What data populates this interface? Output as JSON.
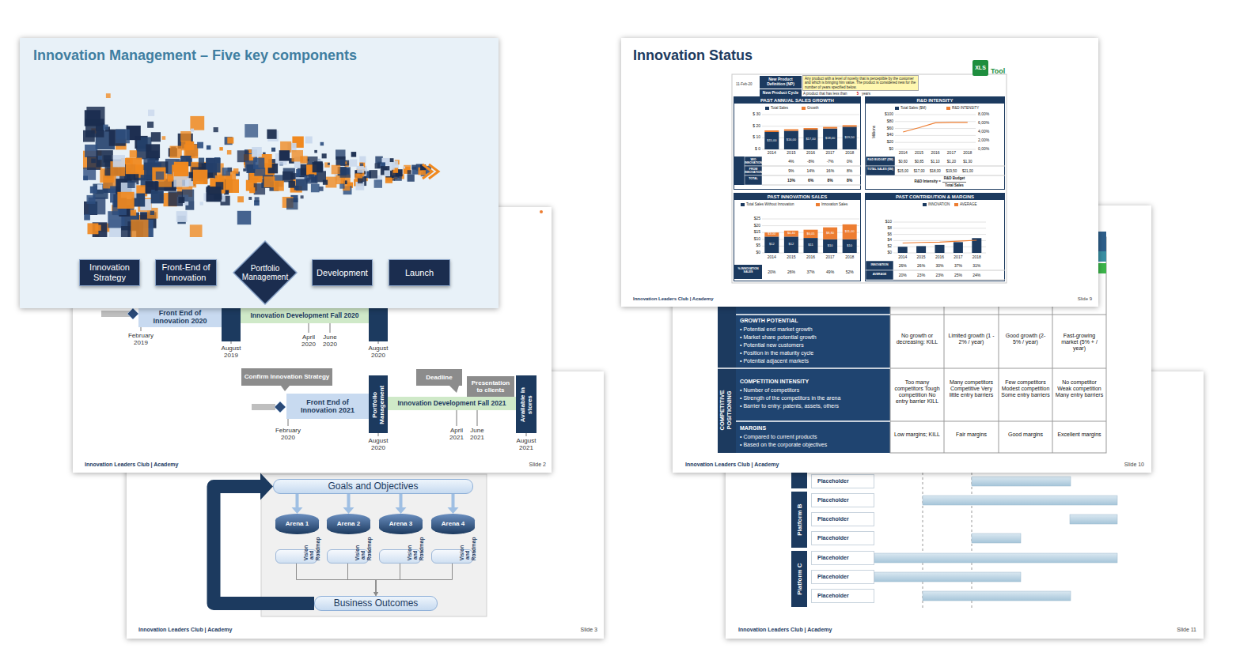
{
  "diagram": {
    "nodes": [
      {
        "text": [
          "Innovation Leaders Club | Academy",
          "Slide 3"
        ]
      },
      {
        "text": [
          "Goals and Objectives"
        ],
        "in": 0
      },
      {
        "text": [
          "Arena 1"
        ],
        "in": 0
      },
      {
        "text": [
          "Arena 2"
        ],
        "in": 0
      },
      {
        "text": [
          "Arena 3"
        ],
        "in": 0
      },
      {
        "text": [
          "Arena 4"
        ],
        "in": 0
      },
      {
        "text": [
          "Vision and Roadmap"
        ],
        "in": 0
      },
      {
        "text": [
          "Vision and Roadmap"
        ],
        "in": 0
      },
      {
        "text": [
          "Vision and Roadmap"
        ],
        "in": 0
      },
      {
        "text": [
          "Vision and Roadmap"
        ],
        "in": 0
      },
      {
        "text": [
          "Business Outcomes"
        ],
        "in": 0
      },
      {
        "text": [
          "Innovation Leaders Club | Academy",
          "Slide 2"
        ]
      },
      {
        "text": [
          "Front End of Innovation 2020"
        ],
        "in": 11
      },
      {
        "text": [
          "Innovation Development Fall 2020"
        ],
        "in": 11
      },
      {
        "text": [
          "Confirm Innovation Strategy"
        ],
        "in": 11
      },
      {
        "text": [
          "Front End of Innovation 2021"
        ],
        "in": 11
      },
      {
        "text": [
          "Portfolio Management"
        ],
        "in": 11
      },
      {
        "text": [
          "Innovation Development Fall 2021"
        ],
        "in": 11
      },
      {
        "text": [
          "Available in stores"
        ],
        "in": 11
      },
      {
        "text": [
          "Deadline"
        ],
        "in": 11
      },
      {
        "text": [
          "Presentation to clients"
        ],
        "in": 11
      },
      {
        "text": [
          "Innovation Management – Five key components"
        ]
      },
      {
        "text": [
          "Innovation Strategy"
        ],
        "in": 21
      },
      {
        "text": [
          "Front-End of Innovation"
        ],
        "in": 21
      },
      {
        "text": [
          "Portfolio Management"
        ],
        "in": 21
      },
      {
        "text": [
          "Development"
        ],
        "in": 21
      },
      {
        "text": [
          "Launch"
        ],
        "in": 21
      },
      {
        "text": [
          "Innovation Leaders Club | Academy",
          "Slide 11"
        ]
      },
      {
        "text": [
          "Platform B"
        ],
        "in": 27
      },
      {
        "text": [
          "Platform C"
        ],
        "in": 27
      },
      {
        "text": [
          "Placeholder"
        ],
        "in": 27
      },
      {
        "text": [
          "Placeholder"
        ],
        "in": 27
      },
      {
        "text": [
          "Placeholder"
        ],
        "in": 27
      },
      {
        "text": [
          "Placeholder"
        ],
        "in": 27
      },
      {
        "text": [
          "Placeholder"
        ],
        "in": 27
      },
      {
        "text": [
          "Placeholder"
        ],
        "in": 27
      },
      {
        "text": [
          "Placeholder"
        ],
        "in": 27
      },
      {
        "text": [
          "Innovation Leaders Club | Academy",
          "Slide 10"
        ]
      },
      {
        "text": [
          "Innovation Status",
          "Innovation Leaders Club | Academy",
          "Slide 9"
        ]
      },
      {
        "text": [
          "PAST ANNUAL SALES GROWTH"
        ],
        "in": 38
      },
      {
        "text": [
          "R&D INTENSITY"
        ],
        "in": 38
      },
      {
        "text": [
          "PAST INNOVATION SALES"
        ],
        "in": 38
      },
      {
        "text": [
          "PAST CONTRIBUTION & MARGINS"
        ],
        "in": 38
      },
      {
        "text": [
          "New Product Definition (NP)"
        ],
        "in": 38
      },
      {
        "text": [
          "New Product Cycle"
        ],
        "in": 38
      },
      {
        "text": [
          "Any product with a level of novelty that is perceptible by the customer and which is bringing him value. The product is considered new for the number of years specified below."
        ],
        "in": 38
      },
      {
        "text": [
          "XLS"
        ],
        "in": 38
      }
    ],
    "edges": [
      {
        "from": 1,
        "to": 2,
        "arrow": "to"
      },
      {
        "from": 1,
        "to": 3,
        "arrow": "to"
      },
      {
        "from": 1,
        "to": 4,
        "arrow": "to"
      },
      {
        "from": 1,
        "to": 5,
        "arrow": "to"
      },
      {
        "from": 6,
        "to": 10,
        "arrow": "to"
      },
      {
        "from": 7,
        "to": 10,
        "arrow": "to"
      },
      {
        "from": 8,
        "to": 10,
        "arrow": "to"
      },
      {
        "from": 9,
        "to": 10,
        "arrow": "to"
      },
      {
        "from": 10,
        "to": 1,
        "arrow": "to"
      }
    ],
    "labels": [
      "February 2019",
      "August 2019",
      "April 2020",
      "June 2020",
      "August 2020",
      "February 2020",
      "August 2020",
      "April 2021",
      "June 2021",
      "August 2021",
      "COMPETITIVE POSITIONING",
      "GROWTH POTENTIAL",
      "• Potential end market growth",
      "• Market share potential growth",
      "• Potential new customers",
      "• Position in the maturity cycle",
      "• Potential adjacent markets",
      "No growth or decreasing: KILL",
      "Limited growth (1 - 2% / year)",
      "Good growth (2- 5% / year)",
      "Fast-growing market (5% + / year)",
      "COMPETITION INTENSITY",
      "• Number of competitors",
      "• Strength of the competitors in the arena",
      "• Barrier to entry: patents, assets, others",
      "Too many competitors Tough competition No entry barrier KILL",
      "Many competitors Competitive Very little entry barriers",
      "Few competitors Modest competition Some entry barriers",
      "No competitor Weak competition Many entry barriers",
      "MARGINS",
      "• Compared to current products",
      "• Based on the corporate objectives",
      "Low margins; KILL",
      "Fair margins",
      "Good margins",
      "Excellent margins",
      "11-Feb-20",
      "A product that has less than",
      "5",
      "years",
      "Tool",
      "$ 30",
      "$ 20",
      "$ 10",
      "$ 0",
      "$15,00",
      "$16,00",
      "$17,00",
      "$18,00",
      "$19,50",
      "2014",
      "2015",
      "2016",
      "2017",
      "2018",
      "W/O INNOVATION",
      "4%",
      "-8%",
      "-7%",
      "0%",
      "FROM INNOVATION",
      "9%",
      "14%",
      "16%",
      "8%",
      "TOTAL",
      "13%",
      "6%",
      "8%",
      "8%",
      "Millions",
      "$100",
      "$80",
      "$60",
      "$40",
      "$20",
      "$0",
      "8,00%",
      "6,00%",
      "4,00%",
      "2,00%",
      "0,00%",
      "2014",
      "2015",
      "2016",
      "2017",
      "2018",
      "R&D BUDGET ($M)",
      "$0,60",
      "$0,85",
      "$1,10",
      "$1,20",
      "$1,30",
      "TOTAL SALES ($M)",
      "$15,00",
      "$17,00",
      "$18,00",
      "$19,50",
      "$21,00",
      "R&D Intensity =",
      "R&D Budget",
      "Total Sales",
      "$25",
      "$20",
      "$15",
      "$10",
      "$5",
      "$0",
      "$12",
      "$12",
      "$11",
      "$10",
      "$10",
      "$3,00",
      "$4,40",
      "$6,05",
      "$8,80",
      "$11,00",
      "2014",
      "2015",
      "2016",
      "2017",
      "2018",
      "% INNOVATION SALES",
      "20%",
      "26%",
      "37%",
      "49%",
      "52%",
      "$10",
      "$8",
      "$6",
      "$4",
      "$2",
      "$0",
      "2014",
      "2015",
      "2016",
      "2017",
      "2018",
      "INNOVATION",
      "26%",
      "26%",
      "30%",
      "37%",
      "31%",
      "AVERAGE",
      "20%",
      "23%",
      "23%",
      "25%",
      "24%"
    ],
    "legend": [
      {
        "text": "Total Sales",
        "color": "#1c3a5f"
      },
      {
        "text": "Growth",
        "color": "#ed7d31"
      },
      {
        "text": "Total Sales ($M)",
        "color": "#1c3a5f"
      },
      {
        "text": "R&D INTENSITY",
        "color": "#ed7d31"
      },
      {
        "text": "Total Sales Without Innovation",
        "color": "#1c3a5f"
      },
      {
        "text": "Innovation Sales",
        "color": "#ed7d31"
      },
      {
        "text": "INNOVATION",
        "color": "#1c3a5f"
      },
      {
        "text": "AVERAGE",
        "color": "#ed7d31"
      }
    ]
  }
}
